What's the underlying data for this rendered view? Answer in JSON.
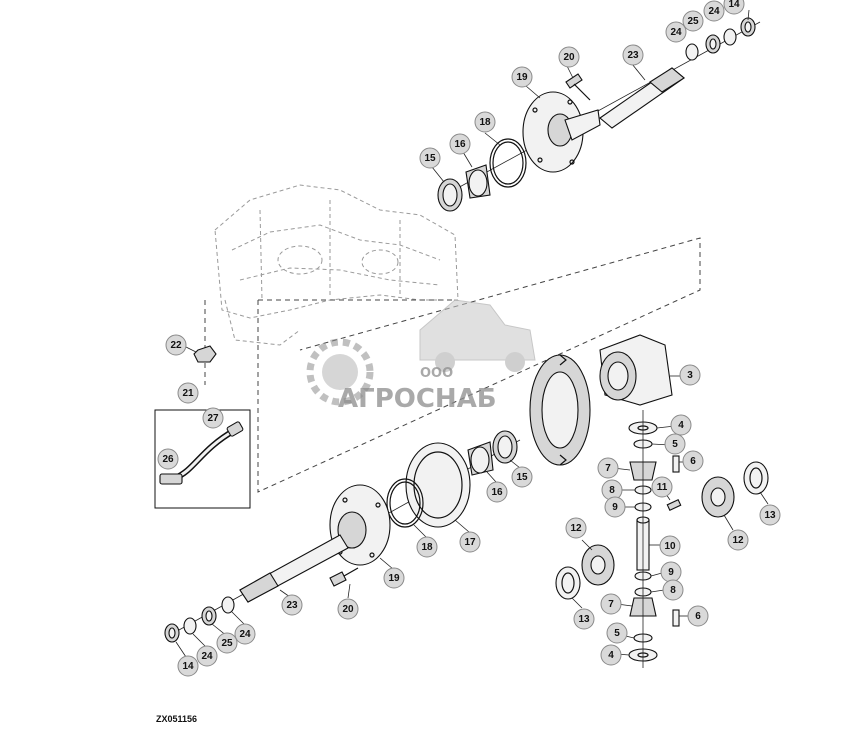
{
  "figure_ref": "ZX051156",
  "watermark": {
    "company_prefix": "ООО",
    "company_name": "АГРОСНАБ"
  },
  "callouts": [
    {
      "id": "c14a",
      "label": "14"
    },
    {
      "id": "c24a",
      "label": "24"
    },
    {
      "id": "c25a",
      "label": "25"
    },
    {
      "id": "c24b",
      "label": "24"
    },
    {
      "id": "c20a",
      "label": "20"
    },
    {
      "id": "c23a",
      "label": "23"
    },
    {
      "id": "c19a",
      "label": "19"
    },
    {
      "id": "c18a",
      "label": "18"
    },
    {
      "id": "c16a",
      "label": "16"
    },
    {
      "id": "c15a",
      "label": "15"
    },
    {
      "id": "c22",
      "label": "22"
    },
    {
      "id": "c21",
      "label": "21"
    },
    {
      "id": "c27",
      "label": "27"
    },
    {
      "id": "c26",
      "label": "26"
    },
    {
      "id": "c3",
      "label": "3"
    },
    {
      "id": "c4a",
      "label": "4"
    },
    {
      "id": "c5a",
      "label": "5"
    },
    {
      "id": "c6a",
      "label": "6"
    },
    {
      "id": "c7a",
      "label": "7"
    },
    {
      "id": "c8a",
      "label": "8"
    },
    {
      "id": "c9a",
      "label": "9"
    },
    {
      "id": "c11",
      "label": "11"
    },
    {
      "id": "c13a",
      "label": "13"
    },
    {
      "id": "c12a",
      "label": "12"
    },
    {
      "id": "c10",
      "label": "10"
    },
    {
      "id": "c12b",
      "label": "12"
    },
    {
      "id": "c9b",
      "label": "9"
    },
    {
      "id": "c8b",
      "label": "8"
    },
    {
      "id": "c13b",
      "label": "13"
    },
    {
      "id": "c7b",
      "label": "7"
    },
    {
      "id": "c6b",
      "label": "6"
    },
    {
      "id": "c5b",
      "label": "5"
    },
    {
      "id": "c4b",
      "label": "4"
    },
    {
      "id": "c15b",
      "label": "15"
    },
    {
      "id": "c16b",
      "label": "16"
    },
    {
      "id": "c17",
      "label": "17"
    },
    {
      "id": "c18b",
      "label": "18"
    },
    {
      "id": "c19b",
      "label": "19"
    },
    {
      "id": "c20b",
      "label": "20"
    },
    {
      "id": "c23b",
      "label": "23"
    },
    {
      "id": "c24c",
      "label": "24"
    },
    {
      "id": "c25b",
      "label": "25"
    },
    {
      "id": "c24d",
      "label": "24"
    },
    {
      "id": "c14b",
      "label": "14"
    }
  ]
}
